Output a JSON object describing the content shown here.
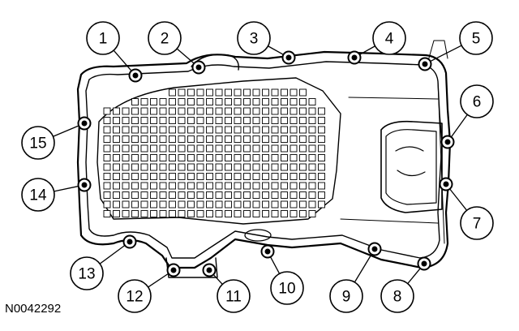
{
  "figure_id": "N0042292",
  "callouts": [
    {
      "label": "1"
    },
    {
      "label": "2"
    },
    {
      "label": "3"
    },
    {
      "label": "4"
    },
    {
      "label": "5"
    },
    {
      "label": "6"
    },
    {
      "label": "7"
    },
    {
      "label": "8"
    },
    {
      "label": "9"
    },
    {
      "label": "10"
    },
    {
      "label": "11"
    },
    {
      "label": "12"
    },
    {
      "label": "13"
    },
    {
      "label": "14"
    },
    {
      "label": "15"
    }
  ],
  "colors": {
    "line": "#000000",
    "background": "#ffffff"
  }
}
